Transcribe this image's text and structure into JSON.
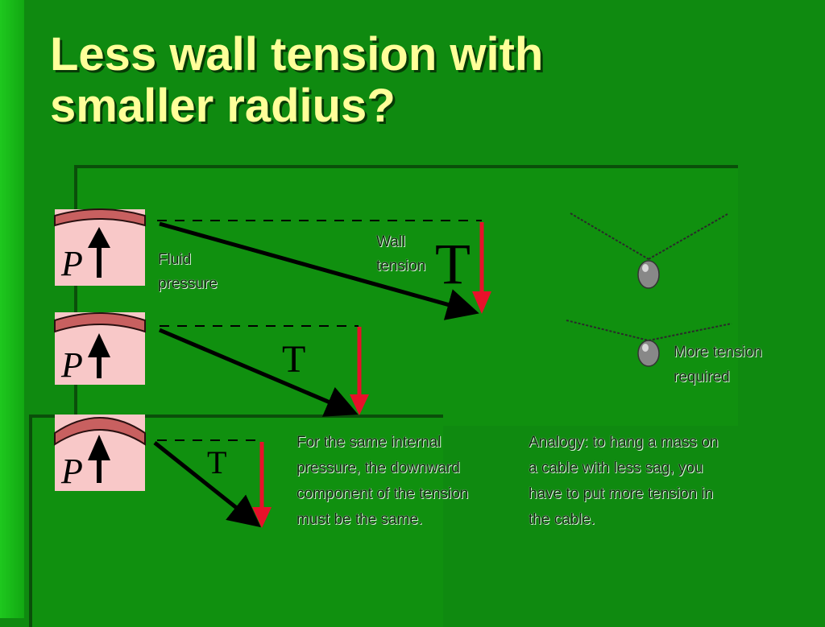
{
  "slide": {
    "title_line1": "Less wall tension with",
    "title_line2": "smaller radius?"
  },
  "diagram": {
    "pressure_symbol": "P",
    "tension_symbol": "T",
    "labels": {
      "fluid_line1": "Fluid",
      "fluid_line2": "pressure",
      "wall_line1": "Wall",
      "wall_line2": "tension"
    },
    "colors": {
      "background": "#0f8a10",
      "title": "#ffff99",
      "tension_arrow": "#e8102a",
      "wall_arc": "#c86060",
      "pressure_box": "#f8c8c8"
    }
  },
  "analogy": {
    "caption_line1": "More tension",
    "caption_line2": "required"
  },
  "notes": {
    "left_lines": [
      "For the same internal",
      "pressure, the downward",
      "component of the tension",
      "must be the same."
    ],
    "right_lines": [
      "Analogy: to hang a mass on",
      "a cable with less sag, you",
      "have to put more tension in",
      "the cable."
    ]
  }
}
